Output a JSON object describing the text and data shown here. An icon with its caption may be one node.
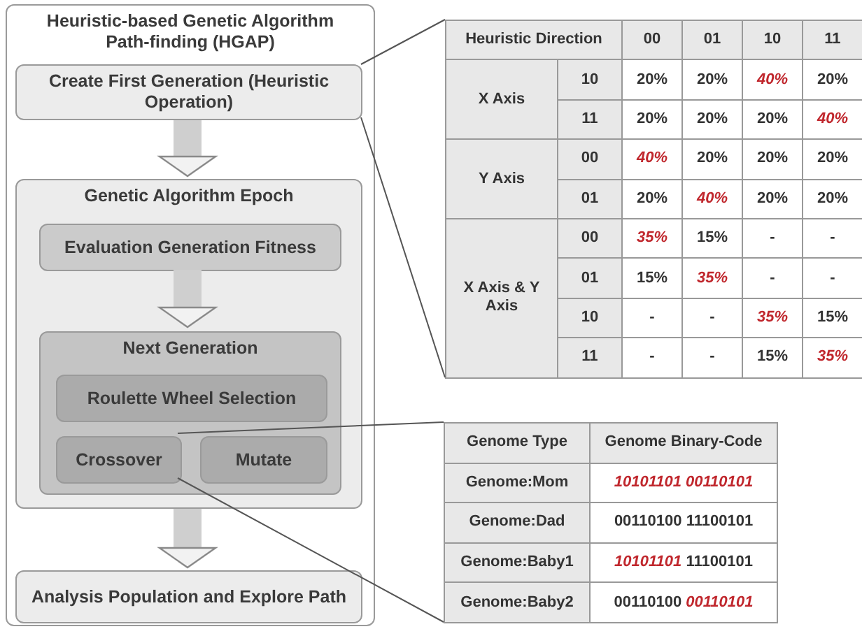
{
  "diagram": {
    "nodes": [
      {
        "text": [
          "Heuristic-based Genetic Algorithm Path-finding (HGAP)"
        ]
      },
      {
        "text": [
          "Create First Generation (Heuristic Operation)"
        ],
        "in": 0
      },
      {
        "text": [
          "Genetic Algorithm Epoch"
        ],
        "in": 0
      },
      {
        "text": [
          "Evaluation Generation Fitness"
        ],
        "in": 2
      },
      {
        "text": [
          "Next Generation"
        ],
        "in": 2
      },
      {
        "text": [
          "Roulette Wheel Selection"
        ],
        "in": 4
      },
      {
        "text": [
          "Crossover"
        ],
        "in": 4
      },
      {
        "text": [
          "Mutate"
        ],
        "in": 4
      },
      {
        "text": [
          "Analysis Population and Explore Path"
        ],
        "in": 0
      },
      {
        "text": [
          "Heuristic Direction",
          "00",
          "01",
          "10",
          "11",
          "X Axis",
          "10",
          "20%",
          "20%",
          "*40%*",
          "20%",
          "11",
          "20%",
          "20%",
          "20%",
          "*40%*",
          "Y Axis",
          "00",
          "*40%*",
          "20%",
          "20%",
          "20%",
          "01",
          "20%",
          "*40%*",
          "20%",
          "20%",
          "X Axis & Y Axis",
          "00",
          "*35%*",
          "15%",
          "-",
          "-",
          "01",
          "15%",
          "*35%*",
          "-",
          "-",
          "10",
          "-",
          "-",
          "*35%*",
          "15%",
          "11",
          "-",
          "-",
          "15%",
          "*35%*"
        ]
      },
      {
        "text": [
          "Genome Type",
          "Genome Binary-Code",
          "Genome:Mom",
          "*10101101 00110101*",
          "Genome:Dad",
          "00110100 11100101",
          "Genome:Baby1",
          "*10101101* 11100101",
          "Genome:Baby2",
          "00110100 *00110101*"
        ]
      }
    ],
    "edges": [
      {
        "from": 1,
        "to": 2,
        "arrow": "to",
        "style": "thick",
        "color": "#cfcfcf"
      },
      {
        "from": 3,
        "to": 4,
        "arrow": "to",
        "style": "thick",
        "color": "#cfcfcf"
      },
      {
        "from": 2,
        "to": 8,
        "arrow": "to",
        "style": "thick",
        "color": "#cfcfcf"
      },
      {
        "from": 1,
        "to": 9,
        "arrow": "none"
      },
      {
        "from": 1,
        "to": 9,
        "arrow": "none"
      },
      {
        "from": 6,
        "to": 10,
        "arrow": "none"
      },
      {
        "from": 6,
        "to": 10,
        "arrow": "none"
      }
    ]
  }
}
